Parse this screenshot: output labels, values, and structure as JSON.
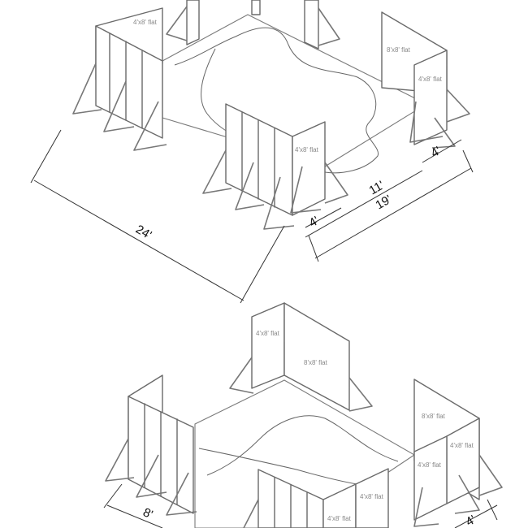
{
  "colors": {
    "line": "#6a6a6a",
    "dimension": "#333333",
    "text": "#111111",
    "label": "#888888",
    "tile": "#a8a8a8"
  },
  "top_plan": {
    "labels": {
      "back_left_flat": "4'x8' flat",
      "right_big_flat": "8'x8' flat",
      "right_small_flat": "4'x8' flat",
      "front_center_flat": "4'x8' flat"
    },
    "dimensions": {
      "depth": "24'",
      "width_inner": "11'",
      "width_total": "19'",
      "right_end": "4'",
      "front_end": "4'"
    }
  },
  "bottom_plan": {
    "labels": {
      "back_small_flat": "4'x8' flat",
      "back_big_flat": "8'x8' flat",
      "right_big_flat": "8'x8' flat",
      "right_small_flat_a": "4'x8' flat",
      "right_small_flat_b": "4'x8' flat",
      "front_flat_a": "4'x8' flat",
      "front_flat_b": "4'x8' flat"
    },
    "dimensions": {
      "left": "8'",
      "right": "4'"
    }
  }
}
